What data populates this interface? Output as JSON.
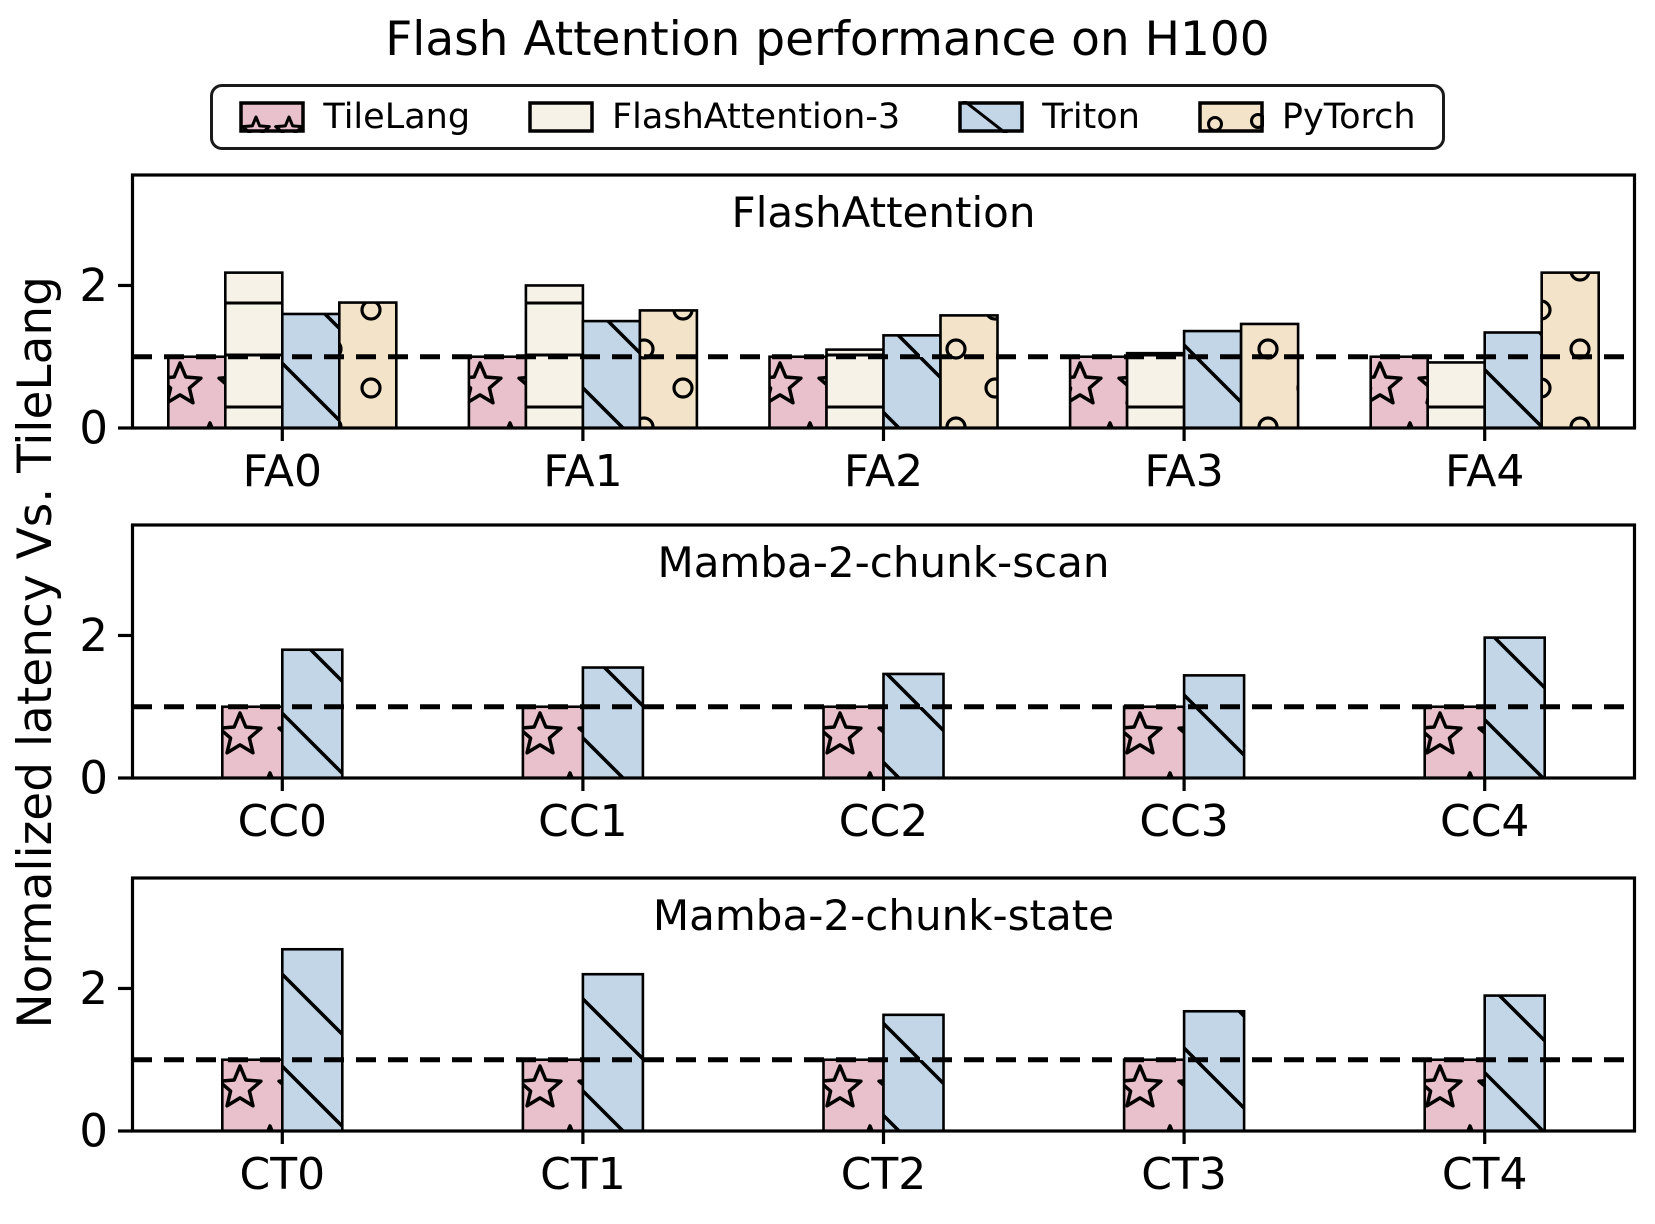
{
  "figure": {
    "title": "Flash Attention performance on H100",
    "ylabel": "Normalized latency Vs. TileLang"
  },
  "legend": {
    "items": [
      {
        "label": "TileLang",
        "color": "#e8c1cc",
        "hatch": "star"
      },
      {
        "label": "FlashAttention-3",
        "color": "#f6f2e7",
        "hatch": "hlines"
      },
      {
        "label": "Triton",
        "color": "#c3d6e7",
        "hatch": "diag"
      },
      {
        "label": "PyTorch",
        "color": "#f3e3c8",
        "hatch": "circles"
      }
    ],
    "edge_color": "#000000"
  },
  "chart_data": [
    {
      "type": "bar",
      "title": "FlashAttention",
      "categories": [
        "FA0",
        "FA1",
        "FA2",
        "FA3",
        "FA4"
      ],
      "series": [
        {
          "name": "TileLang",
          "values": [
            1.0,
            1.0,
            1.0,
            1.0,
            1.0
          ]
        },
        {
          "name": "FlashAttention-3",
          "values": [
            2.18,
            2.0,
            1.1,
            1.05,
            0.92
          ]
        },
        {
          "name": "Triton",
          "values": [
            1.6,
            1.5,
            1.3,
            1.36,
            1.34
          ]
        },
        {
          "name": "PyTorch",
          "values": [
            1.76,
            1.65,
            1.58,
            1.46,
            2.18
          ]
        }
      ],
      "ylim": [
        0,
        3.55
      ],
      "yticks": [
        0,
        2
      ],
      "ref_line": 1.0,
      "grid": false
    },
    {
      "type": "bar",
      "title": "Mamba-2-chunk-scan",
      "categories": [
        "CC0",
        "CC1",
        "CC2",
        "CC3",
        "CC4"
      ],
      "series": [
        {
          "name": "TileLang",
          "values": [
            1.0,
            1.0,
            1.0,
            1.0,
            1.0
          ]
        },
        {
          "name": "Triton",
          "values": [
            1.8,
            1.55,
            1.46,
            1.44,
            1.97
          ]
        }
      ],
      "ylim": [
        0,
        3.55
      ],
      "yticks": [
        0,
        2
      ],
      "ref_line": 1.0,
      "grid": false
    },
    {
      "type": "bar",
      "title": "Mamba-2-chunk-state",
      "categories": [
        "CT0",
        "CT1",
        "CT2",
        "CT3",
        "CT4"
      ],
      "series": [
        {
          "name": "TileLang",
          "values": [
            1.0,
            1.0,
            1.0,
            1.0,
            1.0
          ]
        },
        {
          "name": "Triton",
          "values": [
            2.55,
            2.2,
            1.63,
            1.68,
            1.9
          ]
        }
      ],
      "ylim": [
        0,
        3.55
      ],
      "yticks": [
        0,
        2
      ],
      "ref_line": 1.0,
      "grid": false
    }
  ]
}
